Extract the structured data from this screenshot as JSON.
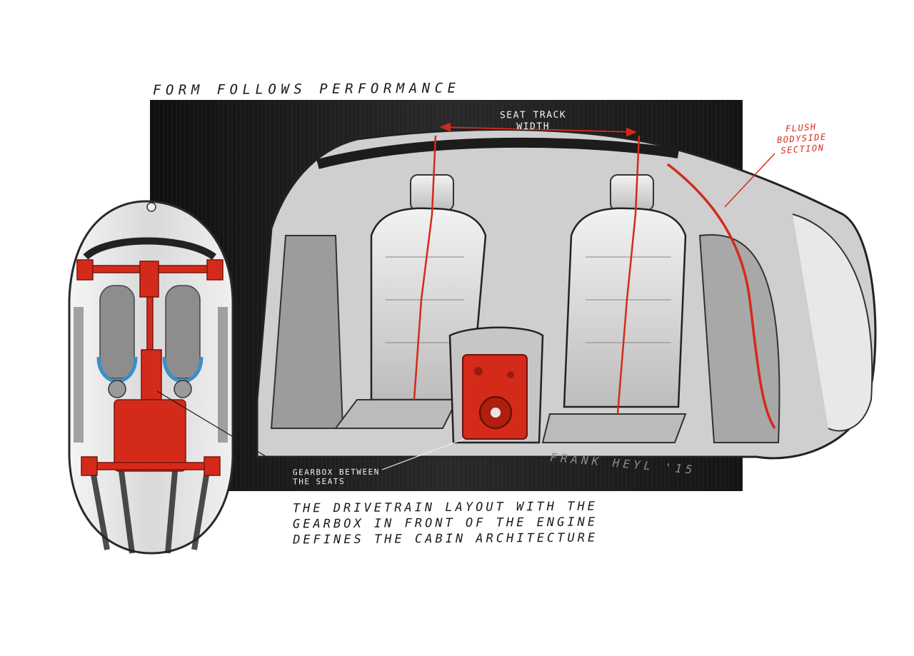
{
  "sketch": {
    "title": "FORM FOLLOWS PERFORMANCE",
    "annotations": {
      "seat_track_line1": "SEAT TRACK",
      "seat_track_line2": "WIDTH",
      "flush_line1": "FLUSH",
      "flush_line2": "BODYSIDE",
      "flush_line3": "SECTION",
      "gearbox_line1": "GEARBOX BETWEEN",
      "gearbox_line2": "THE SEATS"
    },
    "signature": "FRANK HEYL '15",
    "caption": {
      "line1": "THE DRIVETRAIN LAYOUT WITH THE",
      "line2": "GEARBOX IN FRONT OF THE ENGINE",
      "line3": "DEFINES THE CABIN ARCHITECTURE"
    },
    "colors": {
      "accent_red": "#d42a1a",
      "backdrop": "#1c1c1c",
      "ink": "#1a1a1a",
      "paper": "#ffffff",
      "seat_blue": "#3a8fc9"
    }
  }
}
